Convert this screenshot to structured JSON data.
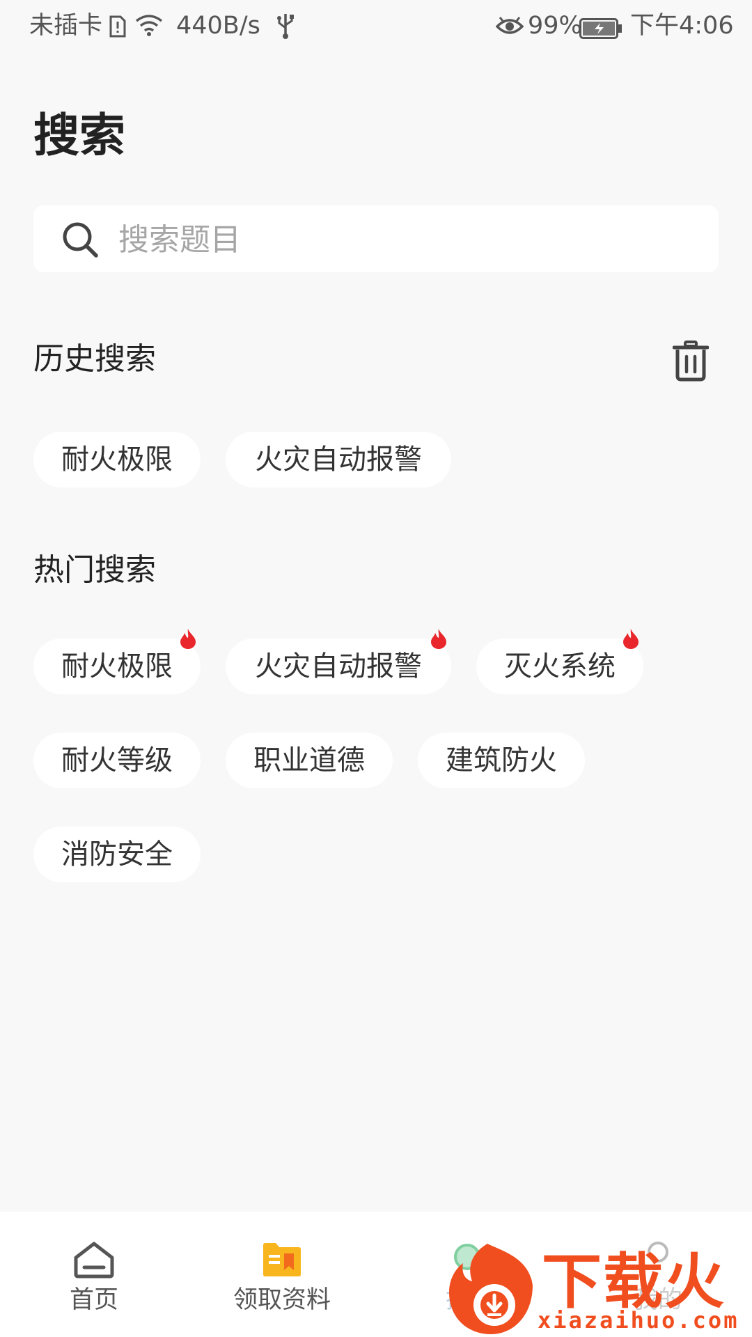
{
  "status_bar": {
    "carrier": "未插卡",
    "net_speed": "440B/s",
    "battery": "99%",
    "time": "下午4:06",
    "icons": [
      "sim-alert-icon",
      "wifi-icon",
      "usb-icon",
      "eye-icon",
      "battery-charging-icon"
    ]
  },
  "page": {
    "title": "搜索"
  },
  "search": {
    "placeholder": "搜索题目",
    "value": ""
  },
  "history": {
    "title": "历史搜索",
    "items": [
      "耐火极限",
      "火灾自动报警"
    ]
  },
  "hot": {
    "title": "热门搜索",
    "items": [
      {
        "label": "耐火极限",
        "hot": true
      },
      {
        "label": "火灾自动报警",
        "hot": true
      },
      {
        "label": "灭火系统",
        "hot": true
      },
      {
        "label": "耐火等级",
        "hot": false
      },
      {
        "label": "职业道德",
        "hot": false
      },
      {
        "label": "建筑防火",
        "hot": false
      },
      {
        "label": "消防安全",
        "hot": false
      }
    ]
  },
  "bottom_nav": {
    "items": [
      {
        "label": "首页",
        "icon": "home-icon"
      },
      {
        "label": "领取资料",
        "icon": "folder-icon"
      },
      {
        "label": "搜题",
        "icon": "search-icon"
      },
      {
        "label": "我的",
        "icon": "profile-icon"
      }
    ]
  },
  "watermark": {
    "brand": "下载火",
    "url": "xiazaihuo.com"
  },
  "colors": {
    "background": "#f8f8f8",
    "chip_background": "#ffffff",
    "fire": "#e8262b",
    "folder": "#f8b51d",
    "watermark": "#f04e1f"
  }
}
